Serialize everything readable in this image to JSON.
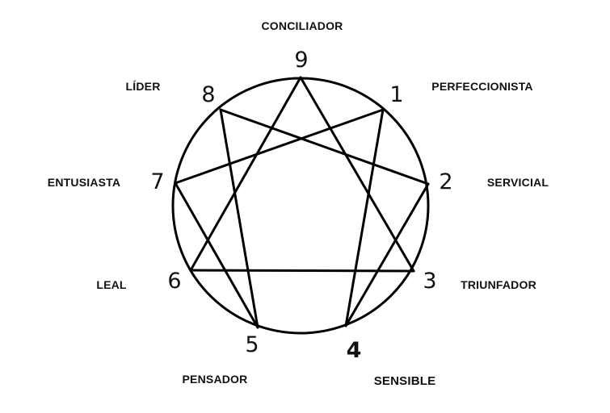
{
  "highlight_color": "#e0242b",
  "line_color": "#000000",
  "points": [
    {
      "id": "9",
      "number": "9",
      "name": "CONCILIADOR",
      "highlight": false
    },
    {
      "id": "1",
      "number": "1",
      "name": "PERFECCIONISTA",
      "highlight": false
    },
    {
      "id": "2",
      "number": "2",
      "name": "SERVICIAL",
      "highlight": false
    },
    {
      "id": "3",
      "number": "3",
      "name": "TRIUNFADOR",
      "highlight": false
    },
    {
      "id": "4",
      "number": "4",
      "name": "SENSIBLE",
      "highlight": true
    },
    {
      "id": "5",
      "number": "5",
      "name": "PENSADOR",
      "highlight": false
    },
    {
      "id": "6",
      "number": "6",
      "name": "LEAL",
      "highlight": false
    },
    {
      "id": "7",
      "number": "7",
      "name": "ENTUSIASTA",
      "highlight": false
    },
    {
      "id": "8",
      "number": "8",
      "name": "LÍDER",
      "highlight": false
    }
  ],
  "connections": [
    [
      "9",
      "3"
    ],
    [
      "3",
      "6"
    ],
    [
      "6",
      "9"
    ],
    [
      "1",
      "4"
    ],
    [
      "4",
      "2"
    ],
    [
      "2",
      "8"
    ],
    [
      "8",
      "5"
    ],
    [
      "5",
      "7"
    ],
    [
      "7",
      "1"
    ]
  ]
}
